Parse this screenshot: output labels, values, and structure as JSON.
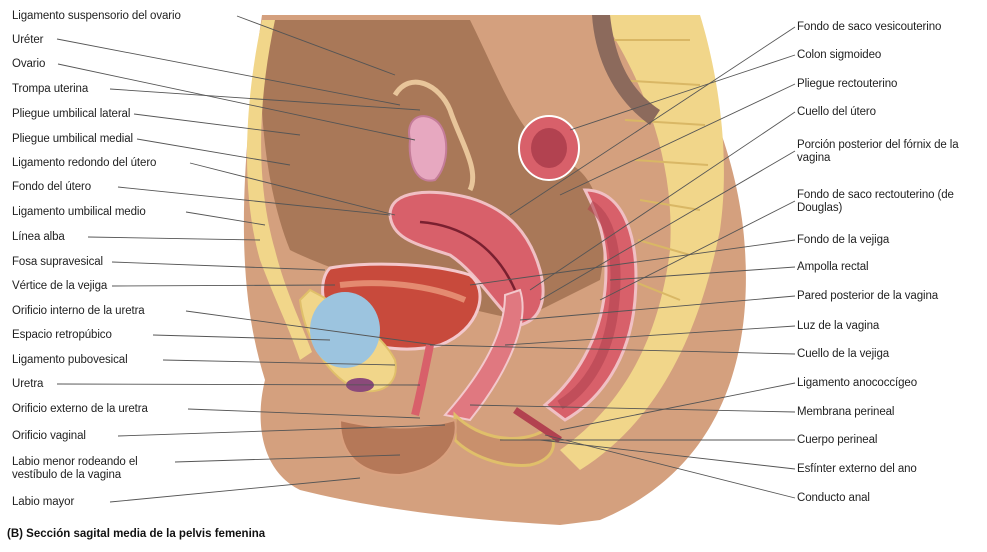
{
  "left_labels": [
    "Ligamento suspensorio del ovario",
    "Uréter",
    "Ovario",
    "Trompa uterina",
    "Pliegue umbilical lateral",
    "Pliegue umbilical medial",
    "Ligamento redondo del útero",
    "Fondo del útero",
    "Ligamento umbilical medio",
    "Línea alba",
    "Fosa supravesical",
    "Vértice de la vejiga",
    "Orificio interno de la uretra",
    "Espacio retropúbico",
    "Ligamento pubovesical",
    "Uretra",
    "Orificio externo de la uretra",
    "Orificio vaginal",
    "Labio menor rodeando el vestíbulo de la vagina",
    "Labio mayor"
  ],
  "right_labels": [
    "Fondo de saco vesicouterino",
    "Colon sigmoideo",
    "Pliegue rectouterino",
    "Cuello del útero",
    "Porción posterior del fórnix de la vagina",
    "Fondo de saco rectouterino (de Douglas)",
    "Fondo de la vejiga",
    "Ampolla rectal",
    "Pared posterior de la vagina",
    "Luz de la vagina",
    "Cuello de la vejiga",
    "Ligamento anococcígeo",
    "Membrana perineal",
    "Cuerpo perineal",
    "Esfínter externo del ano",
    "Conducto anal"
  ],
  "caption": "(B) Sección sagital media de la pelvis femenina",
  "colors": {
    "skin": "#c9906c",
    "skin_dark": "#a86a48",
    "peritoneum": "#b9876a",
    "uterus": "#d8606a",
    "bladder": "#c84a3c",
    "bone": "#f1d68a",
    "vein_blue": "#9cc4df",
    "leader": "#555555"
  }
}
